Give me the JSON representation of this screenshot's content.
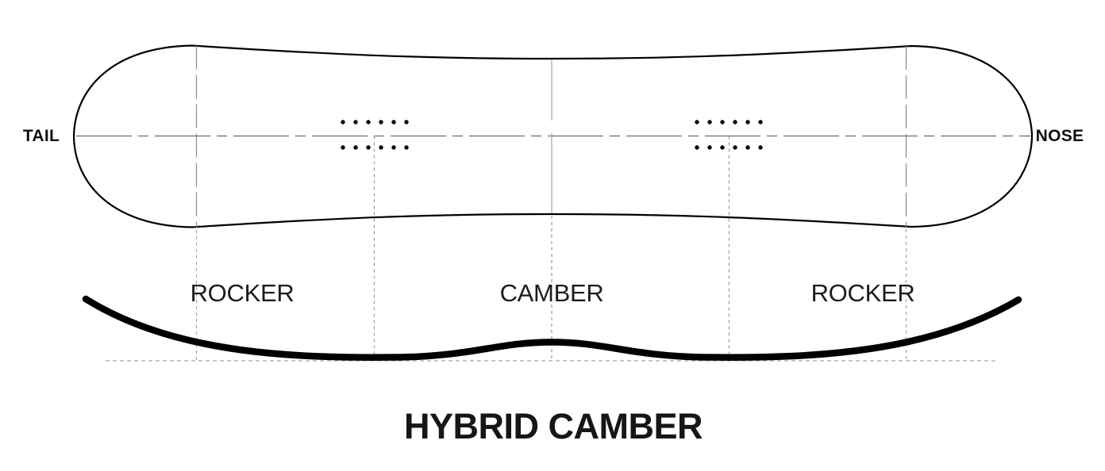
{
  "diagram": {
    "title": "HYBRID CAMBER",
    "tail_label": "TAIL",
    "nose_label": "NOSE",
    "profile_zones": [
      {
        "label": "ROCKER"
      },
      {
        "label": "CAMBER"
      },
      {
        "label": "ROCKER"
      }
    ],
    "insert_pack_rows": 2,
    "insert_pack_columns": 6,
    "colors": {
      "board_outline": "#000000",
      "profile_curve": "#000000",
      "center_line": "#6b6b6b",
      "guide_dashed": "#9a9a9a",
      "baseline_dashed": "#a8a8a8",
      "text": "#1a1a1a"
    }
  }
}
